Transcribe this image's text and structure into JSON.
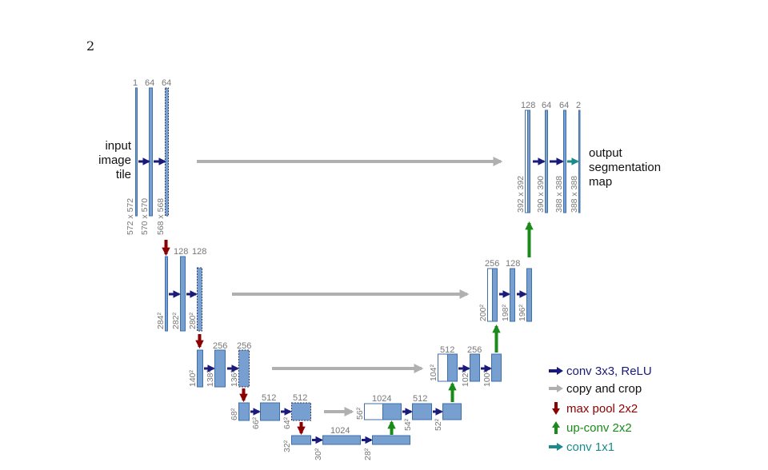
{
  "page_number": "2",
  "input_label": [
    "input",
    "image",
    "tile"
  ],
  "output_label": [
    "output",
    "segmentation",
    "map"
  ],
  "channels": {
    "l1": [
      "1",
      "64",
      "64"
    ],
    "l2": [
      "128",
      "128"
    ],
    "l3": [
      "256",
      "256"
    ],
    "l4": [
      "512",
      "512"
    ],
    "l5": [
      "1024"
    ],
    "u4": [
      "1024",
      "512"
    ],
    "u3": [
      "512",
      "256"
    ],
    "u2": [
      "256",
      "128"
    ],
    "u1": [
      "128",
      "64",
      "64",
      "2"
    ]
  },
  "sizes": {
    "l1": [
      "572 x 572",
      "570 x 570",
      "568 x 568"
    ],
    "l2": [
      "284²",
      "282²",
      "280²"
    ],
    "l3": [
      "140²",
      "138²",
      "136²"
    ],
    "l4": [
      "68²",
      "66²",
      "64²"
    ],
    "l5": [
      "32²",
      "30²",
      "28²"
    ],
    "u4": [
      "56²",
      "54²",
      "52²"
    ],
    "u3": [
      "104²",
      "102²",
      "100²"
    ],
    "u2": [
      "200²",
      "198²",
      "196²"
    ],
    "u1": [
      "392 x 392",
      "390 x 390",
      "388 x 388",
      "388 x 388"
    ]
  },
  "legend": [
    {
      "label": "conv 3x3, ReLU",
      "color": "#1a1a7a",
      "text_color": "#1a1a7a",
      "icon": "arrow-right-icon"
    },
    {
      "label": "copy and crop",
      "color": "#b0b0b0",
      "text_color": "#111111",
      "icon": "arrow-right-icon"
    },
    {
      "label": "max pool 2x2",
      "color": "#8b0000",
      "text_color": "#8b0000",
      "icon": "arrow-down-icon"
    },
    {
      "label": "up-conv 2x2",
      "color": "#1a8a1a",
      "text_color": "#1a8a1a",
      "icon": "arrow-up-icon"
    },
    {
      "label": "conv 1x1",
      "color": "#1a8a8a",
      "text_color": "#1a8a8a",
      "icon": "arrow-right-icon"
    }
  ],
  "colors": {
    "feature_map": "#77a0d0",
    "conv": "#1a1a7a",
    "copy": "#b0b0b0",
    "pool": "#8b0000",
    "upconv": "#1a8a1a",
    "conv1x1": "#1a8a8a"
  }
}
